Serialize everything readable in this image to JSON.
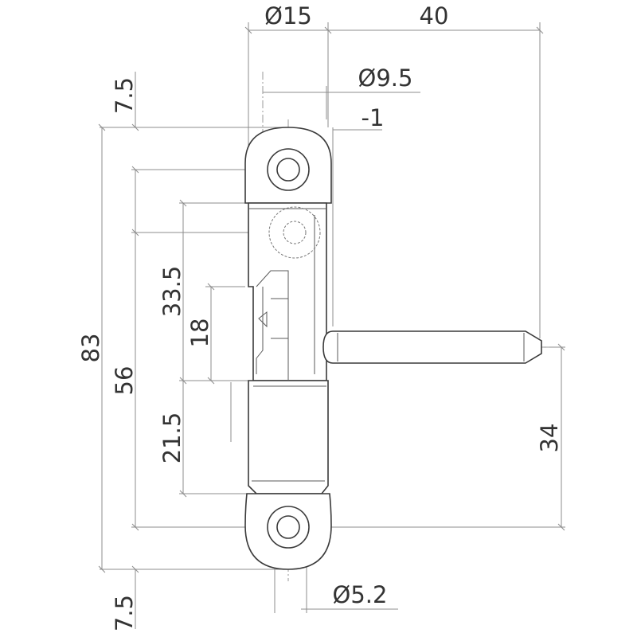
{
  "dimensions": {
    "top_diameter": "Ø15",
    "pin_length": "40",
    "inner_diameter": "Ø9.5",
    "offset": "-1",
    "top_end": "7.5",
    "total_height": "83",
    "hole_spacing": "56",
    "upper_section": "33.5",
    "slot_height": "18",
    "lower_section": "21.5",
    "pin_height": "34",
    "bottom_end": "7.5",
    "hole_diameter": "Ø5.2"
  },
  "colors": {
    "line": "#3a3a3a",
    "dimension_line": "#8c8c8c",
    "text": "#333333",
    "background": "#ffffff"
  }
}
